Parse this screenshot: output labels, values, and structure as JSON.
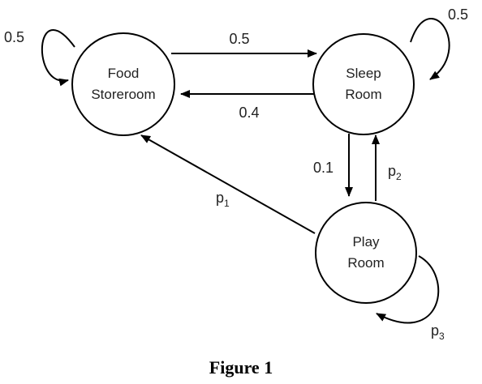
{
  "nodes": {
    "food": {
      "line1": "Food",
      "line2": "Storeroom"
    },
    "sleep": {
      "line1": "Sleep",
      "line2": "Room"
    },
    "play": {
      "line1": "Play",
      "line2": "Room"
    }
  },
  "edges": {
    "food_self": "0.5",
    "sleep_self": "0.5",
    "food_to_sleep": "0.5",
    "sleep_to_food": "0.4",
    "sleep_to_play": "0.1",
    "play_to_sleep": {
      "base": "p",
      "sub": "2"
    },
    "play_to_food": {
      "base": "p",
      "sub": "1"
    },
    "play_self": {
      "base": "p",
      "sub": "3"
    }
  },
  "caption": "Figure 1"
}
